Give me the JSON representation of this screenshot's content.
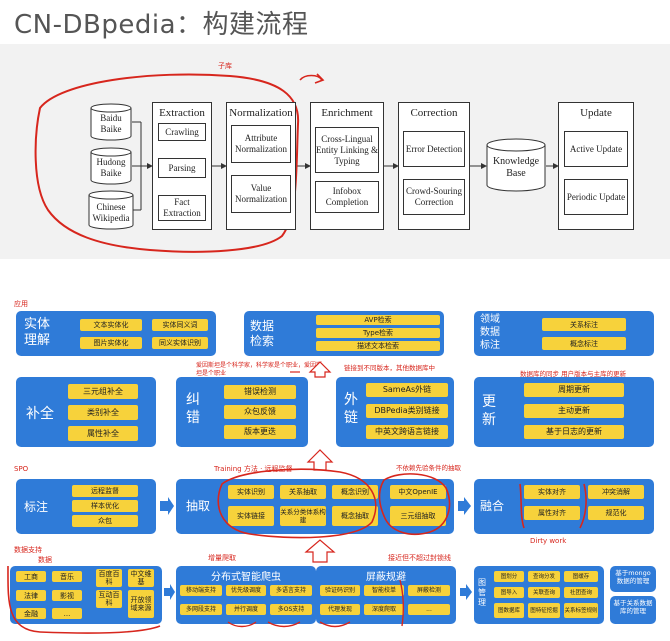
{
  "title": "CN-DBpedia：构建流程",
  "top": {
    "red_note": "子库",
    "sources": [
      "Baidu Baike",
      "Hudong Baike",
      "Chinese Wikipedia"
    ],
    "extraction": {
      "head": "Extraction",
      "items": [
        "Crawling",
        "Parsing",
        "Fact Extraction"
      ]
    },
    "normalization": {
      "head": "Normalization",
      "items": [
        "Attribute Normalization",
        "Value Normalization"
      ]
    },
    "enrichment": {
      "head": "Enrichment",
      "items": [
        "Cross-Lingual Entity Linking & Typing",
        "Infobox Completion"
      ]
    },
    "correction": {
      "head": "Correction",
      "items": [
        "Error Detection",
        "Crowd-Souring Correction"
      ]
    },
    "kb": "Knowledge Base",
    "update": {
      "head": "Update",
      "items": [
        "Active Update",
        "Periodic Update"
      ]
    }
  },
  "bottom": {
    "sections": {
      "app": "应用",
      "spo": "SPO",
      "data": "数据支持"
    },
    "entity": {
      "title": "实体理解",
      "items": [
        "文本实体化",
        "实体同义词",
        "图片实体化",
        "同义实体识别"
      ]
    },
    "retrieval": {
      "title": "数据检索",
      "items": [
        "AVP检索",
        "Type检索",
        "描述文本检索"
      ]
    },
    "domain": {
      "title": "领域数据标注",
      "items": [
        "关系标注",
        "概念标注"
      ]
    },
    "complete": {
      "title": "补全",
      "items": [
        "三元组补全",
        "类别补全",
        "属性补全"
      ]
    },
    "correct": {
      "title": "纠错",
      "items": [
        "错误检测",
        "众包反馈",
        "版本更迭"
      ]
    },
    "link": {
      "title": "外链",
      "items": [
        "SameAs外链",
        "DBPedia类别链接",
        "中英文跨语言链接"
      ]
    },
    "update": {
      "title": "更新",
      "items": [
        "周期更新",
        "主动更新",
        "基于日志的更新"
      ]
    },
    "label": {
      "title": "标注",
      "items": [
        "远程监督",
        "样本优化",
        "众包"
      ]
    },
    "extract": {
      "title": "抽取",
      "items": [
        "实体识别",
        "关系抽取",
        "概念识别",
        "实体链接",
        "关系分类体系构建",
        "概念抽取"
      ]
    },
    "openie": {
      "items": [
        "中文OpenIE",
        "三元组抽取"
      ]
    },
    "fusion": {
      "title": "融合",
      "items": [
        "实体对齐",
        "冲突消解",
        "属性对齐",
        "规范化"
      ]
    },
    "data_sub": "数据",
    "sources": [
      "工商",
      "音乐",
      "百度百科",
      "中文维基",
      "法律",
      "影视",
      "互动百科",
      "开放领域来源",
      "金融",
      "..."
    ],
    "crawler": {
      "title": "分布式智能爬虫",
      "items": [
        "移动端支持",
        "优先级调度",
        "多语言支持",
        "验证码识别",
        "多网段支持",
        "并行调度",
        "多OS支持",
        "代理发现"
      ]
    },
    "block": {
      "title": "屏蔽规避",
      "items": [
        "智能校单",
        "屏蔽检测",
        "深度爬取",
        "..."
      ]
    },
    "graph": {
      "title": "图管理",
      "items": [
        "图划分",
        "查询分发",
        "图缓存",
        "图导入",
        "关联查询",
        "社团查询",
        "图数据库",
        "图特征挖掘",
        "关系标签规则"
      ]
    },
    "mongo": [
      "基于mongo数据的管理",
      "基于关系数据库的管理"
    ],
    "annotations": [
      "爱因斯坦是个科学家，科学家是个职业，爱因斯坦是个职业",
      "链接到不同版本，其他数据库中",
      "数据库的同步 用户版本与主库的更新",
      "Training 方法 · 远程监督",
      "不依赖先验条件的抽取",
      "Dirty work",
      "增量爬取",
      "接近但不超过封锁线"
    ]
  }
}
